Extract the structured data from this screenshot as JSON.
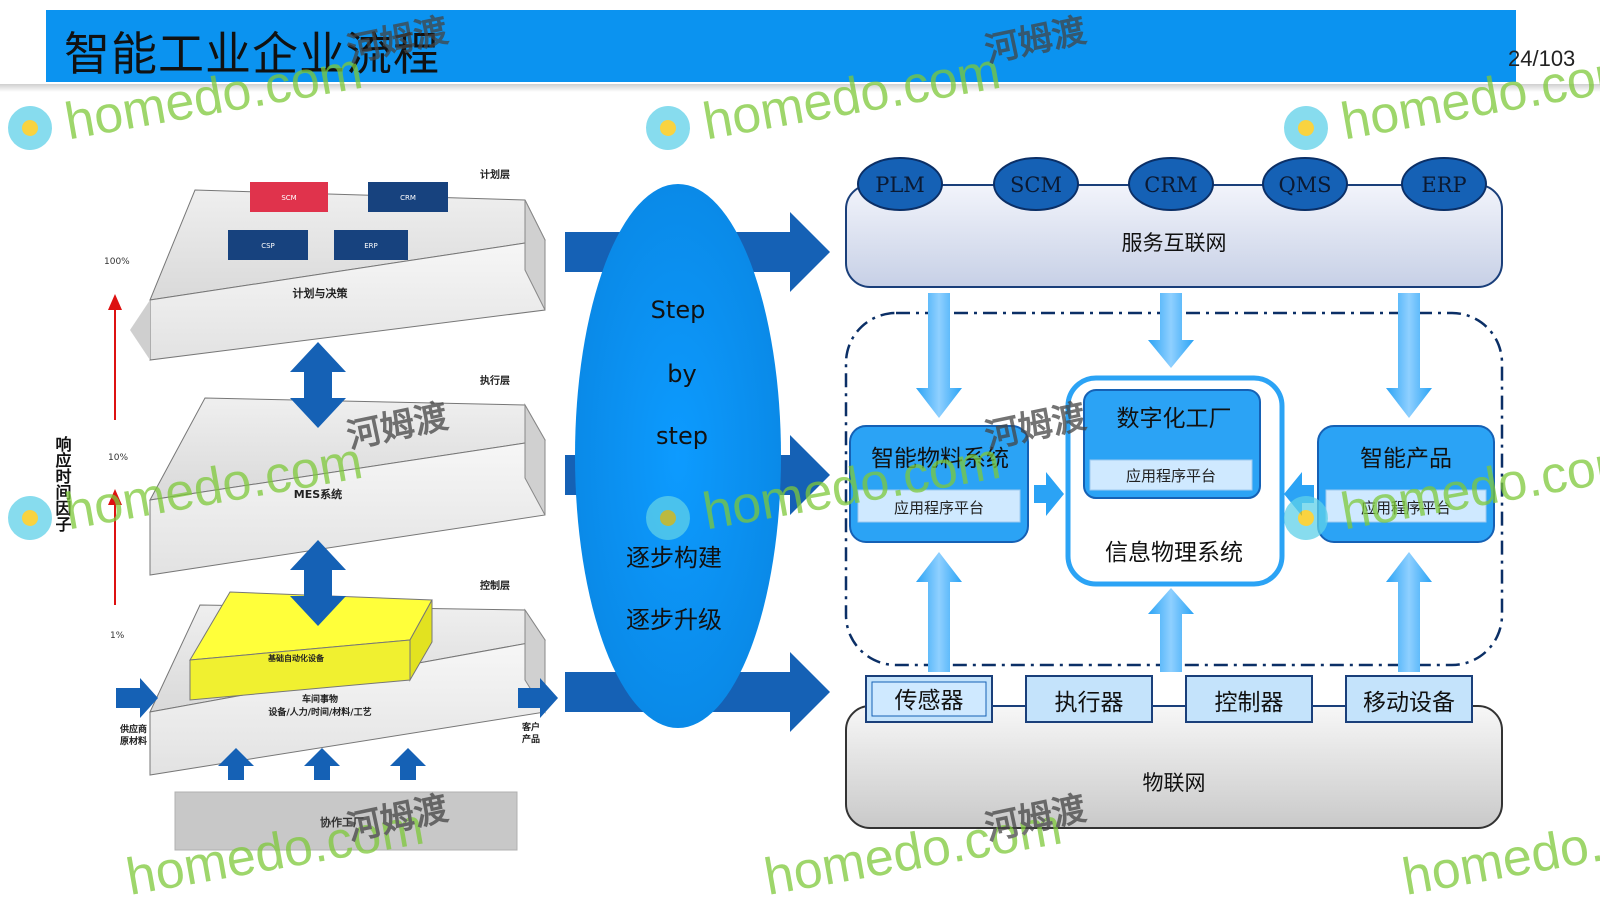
{
  "header": {
    "title": "智能工业企业流程",
    "page": "24/103"
  },
  "left": {
    "layers": [
      {
        "tag": "计划层",
        "name": "计划与决策"
      },
      {
        "tag": "执行层",
        "name": "MES系统"
      },
      {
        "tag": "控制层",
        "name": "车间事物"
      }
    ],
    "boxes": [
      "SCM",
      "CRM",
      "CSP",
      "ERP"
    ],
    "automation": "基础自动化设备",
    "resources": "设备/人力/时间/材料/工艺",
    "percentages": [
      "100%",
      "10%",
      "1%"
    ],
    "vertical_label": "响应时间因子",
    "input_label": [
      "供应商",
      "原材料"
    ],
    "output_label": [
      "客户",
      "产品"
    ],
    "coop": "协作工厂"
  },
  "middle": {
    "lines": [
      "Step",
      "by",
      "step",
      "逐步构建",
      "逐步升级"
    ]
  },
  "right": {
    "services": [
      "PLM",
      "SCM",
      "CRM",
      "QMS",
      "ERP"
    ],
    "service_net": "服务互联网",
    "material_system": "智能物料系统",
    "material_platform": "应用程序平台",
    "factory": "数字化工厂",
    "factory_platform": "应用程序平台",
    "cps": "信息物理系统",
    "product": "智能产品",
    "product_platform": "应用程序平台",
    "devices": [
      "传感器",
      "执行器",
      "控制器",
      "移动设备"
    ],
    "iot": "物联网"
  },
  "watermark": {
    "brand": "homedo.com",
    "cn": "河姆渡"
  },
  "colors": {
    "title_bar": "#0b93f0",
    "dark_blue": "#1561b5",
    "light_blue": "#2ba3f5",
    "scm_red": "#e0334c",
    "yellow": "#ffff33"
  }
}
